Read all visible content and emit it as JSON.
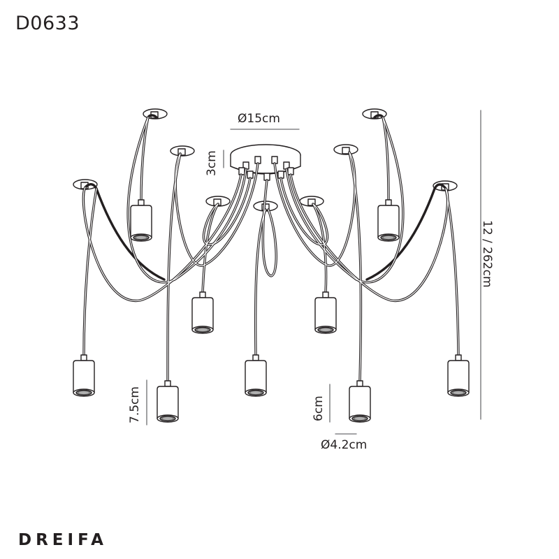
{
  "product": {
    "code": "D0633",
    "name": "DREIFA"
  },
  "dimensions": {
    "canopy_diameter": "Ø15cm",
    "canopy_height": "3cm",
    "pendant_height_large": "7.5cm",
    "pendant_height_small": "6cm",
    "pendant_diameter": "Ø4.2cm",
    "overall_drop": "12 / 262cm"
  },
  "drawing": {
    "line_color": "#231f20",
    "dimension_line_color": "#6d6e71",
    "pendant_count": 9,
    "ceiling_hook_count": 8
  }
}
